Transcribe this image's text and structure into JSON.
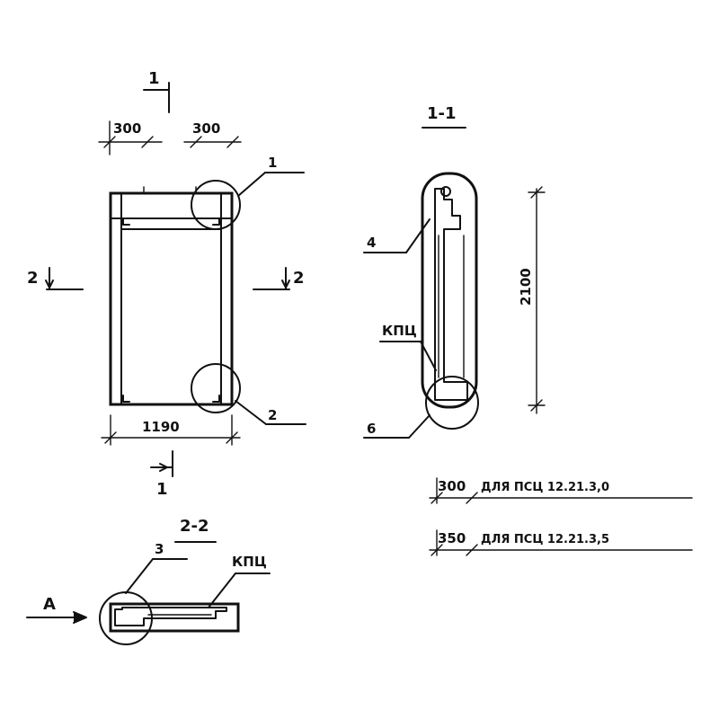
{
  "front_view": {
    "dim_top_left": "300",
    "dim_top_right": "300",
    "dim_width": "1190",
    "callout_top": "1",
    "callout_bottom": "2",
    "section_top_label": "1",
    "section_bottom_label": "1",
    "section_left_label": "2",
    "section_right_label": "2"
  },
  "section_1_1": {
    "title": "1-1",
    "dim_height": "2100",
    "callout_4": "4",
    "callout_kpts": "КПЦ",
    "callout_6": "6"
  },
  "section_2_2": {
    "title": "2-2",
    "callout_3": "3",
    "callout_kpts": "КПЦ",
    "view_arrow": "A"
  },
  "notes": {
    "line1_dim": "300",
    "line1_text": "ДЛЯ ПСЦ 12.21.3,0",
    "line2_dim": "350",
    "line2_text": "ДЛЯ ПСЦ 12.21.3,5"
  }
}
